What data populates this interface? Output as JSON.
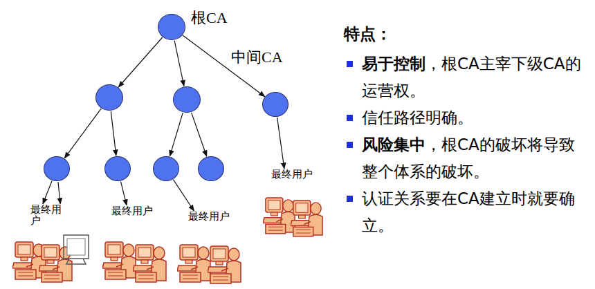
{
  "diagram": {
    "nodes": [
      {
        "text": [
          "根CA"
        ]
      },
      {
        "text": []
      },
      {
        "text": []
      },
      {
        "text": [
          "中间CA"
        ]
      },
      {
        "text": []
      },
      {
        "text": []
      },
      {
        "text": []
      },
      {
        "text": []
      },
      {
        "text": [
          "最终用户"
        ]
      },
      {
        "text": [
          "最终用户"
        ]
      },
      {
        "text": [
          "最终用户"
        ]
      },
      {
        "text": [
          "最终用户"
        ]
      }
    ],
    "edges": [
      {
        "from": 0,
        "to": 1,
        "arrow": "to"
      },
      {
        "from": 0,
        "to": 2,
        "arrow": "to"
      },
      {
        "from": 0,
        "to": 3,
        "arrow": "to"
      },
      {
        "from": 1,
        "to": 4,
        "arrow": "to"
      },
      {
        "from": 1,
        "to": 5,
        "arrow": "to"
      },
      {
        "from": 2,
        "to": 6,
        "arrow": "to"
      },
      {
        "from": 2,
        "to": 7,
        "arrow": "to"
      },
      {
        "from": 3,
        "to": 8,
        "arrow": "to"
      },
      {
        "from": 4,
        "to": 9,
        "arrow": "to"
      },
      {
        "from": 4,
        "to": 9,
        "arrow": "to"
      },
      {
        "from": 5,
        "to": 10,
        "arrow": "to"
      },
      {
        "from": 6,
        "to": 11,
        "arrow": "to"
      }
    ],
    "labels": [
      "特点：",
      "易于控制",
      "，根CA主宰下级CA的运营权。",
      "信任路径明确。",
      "风险集中",
      "，根CA的破坏将导致整个体系的破坏。",
      "认证关系要在CA建立时就要确立。"
    ]
  }
}
